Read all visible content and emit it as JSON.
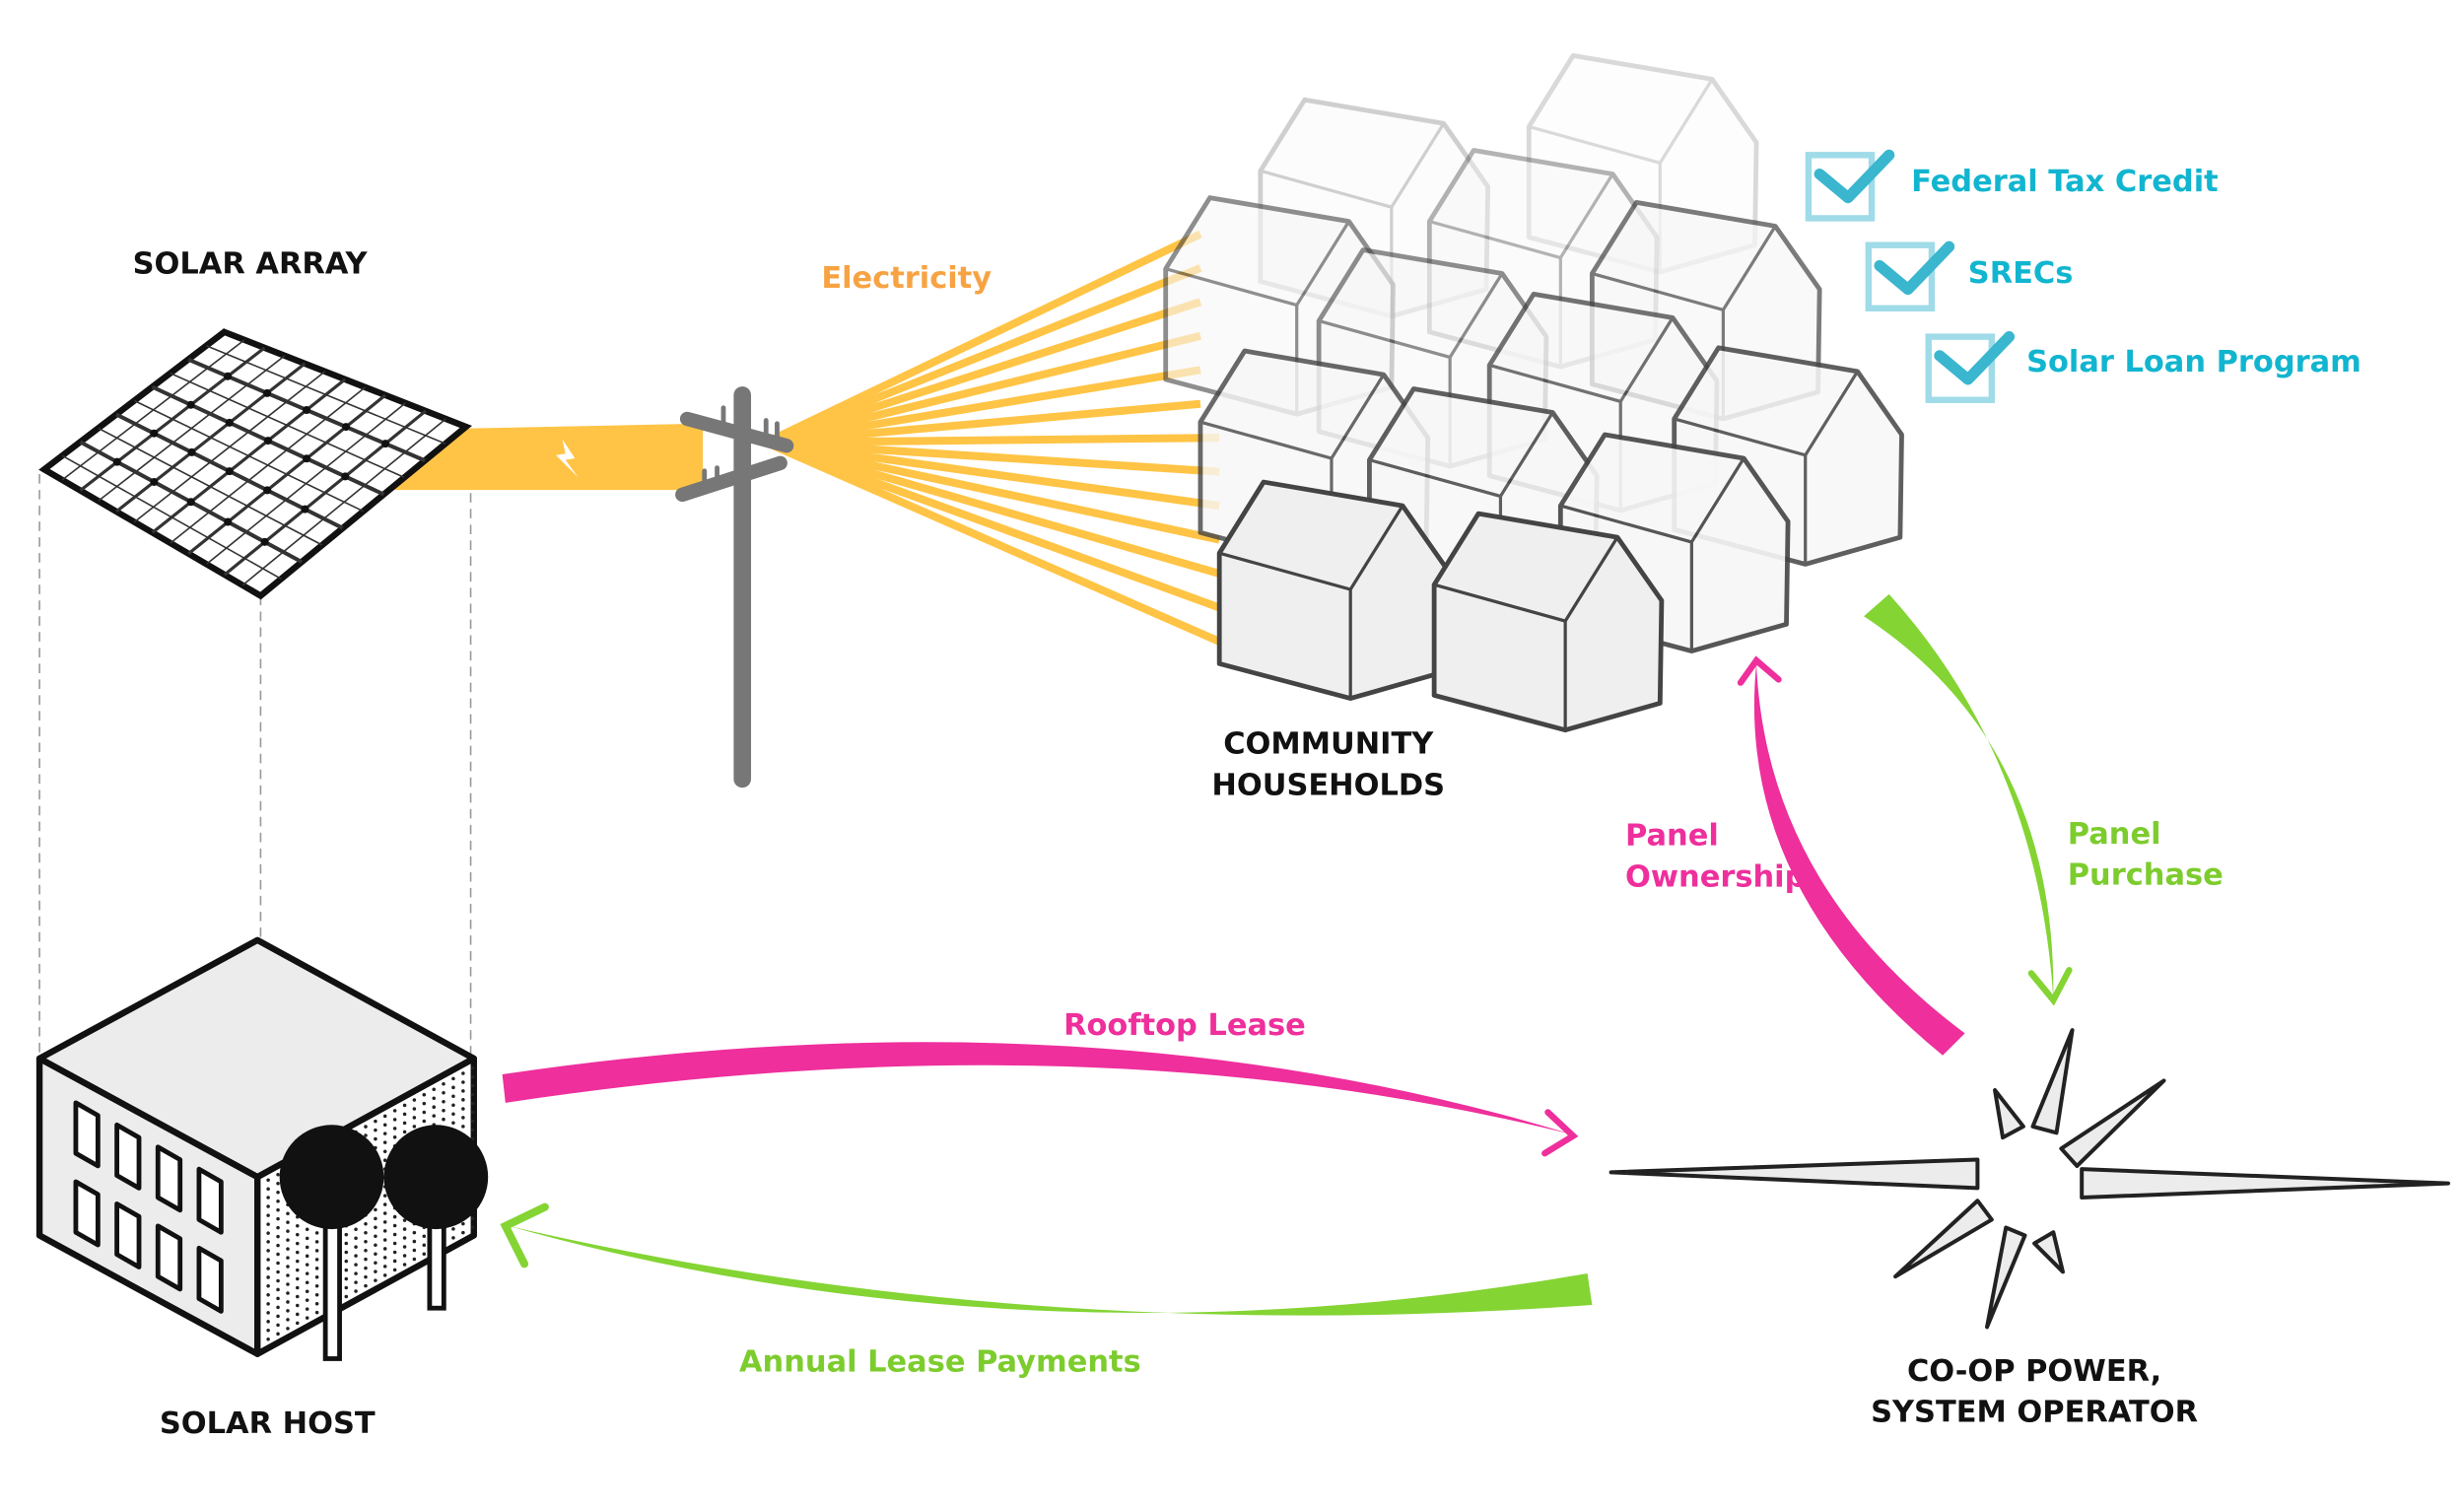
{
  "labels": {
    "solar_array": "SOLAR ARRAY",
    "electricity": "Electricity",
    "community_line1": "COMMUNITY",
    "community_line2": "HOUSEHOLDS",
    "panel_ownership_line1": "Panel",
    "panel_ownership_line2": "Ownership",
    "panel_purchase_line1": "Panel",
    "panel_purchase_line2": "Purchase",
    "rooftop_lease": "Rooftop Lease",
    "annual_lease_payments": "Annual Lease Payments",
    "solar_host": "SOLAR HOST",
    "coop_line1": "CO-OP POWER,",
    "coop_line2": "SYSTEM OPERATOR"
  },
  "incentives": [
    {
      "label": "Federal Tax Credit",
      "checked": true
    },
    {
      "label": "SRECs",
      "checked": true
    },
    {
      "label": "Solar Loan Program",
      "checked": true
    }
  ],
  "colors": {
    "electricity": "#ffc445",
    "pink_flow": "#ee2f9c",
    "green_flow": "#84d434",
    "incentive": "#12b5cf"
  }
}
